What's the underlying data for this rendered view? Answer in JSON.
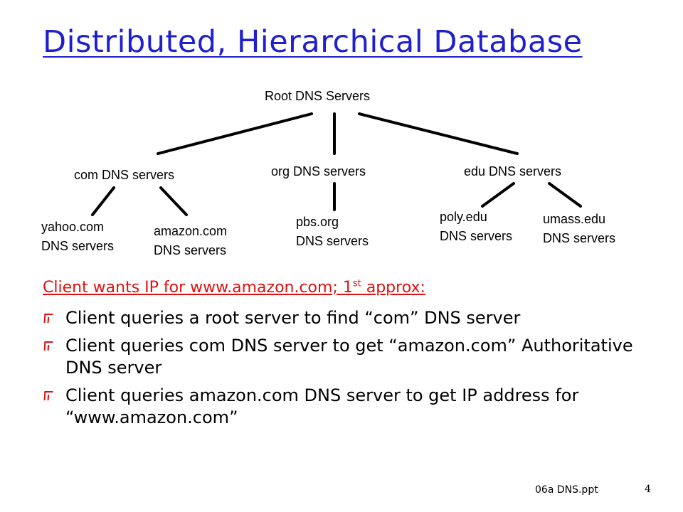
{
  "slide": {
    "title": "Distributed, Hierarchical Database",
    "tree": {
      "root": "Root DNS Servers",
      "tld": {
        "com": "com DNS servers",
        "org": "org DNS servers",
        "edu": "edu DNS servers"
      },
      "leaves": {
        "yahoo": [
          "yahoo.com",
          "DNS servers"
        ],
        "amazon": [
          "amazon.com",
          "DNS servers"
        ],
        "pbs": [
          "pbs.org",
          "DNS servers"
        ],
        "poly": [
          "poly.edu",
          "DNS servers"
        ],
        "umass": [
          "umass.edu",
          "DNS servers"
        ]
      }
    },
    "subhead": {
      "text": "Client wants IP for www.amazon.com; 1",
      "sup": "st",
      "tail": " approx:"
    },
    "bullets": [
      "Client queries a root server to find “com” DNS server",
      "Client queries com DNS server to get “amazon.com” Authoritative DNS server",
      "Client queries amazon.com DNS server to get  IP address for “www.amazon.com”"
    ],
    "footer": {
      "file": "06a DNS.ppt",
      "page": "4"
    }
  }
}
